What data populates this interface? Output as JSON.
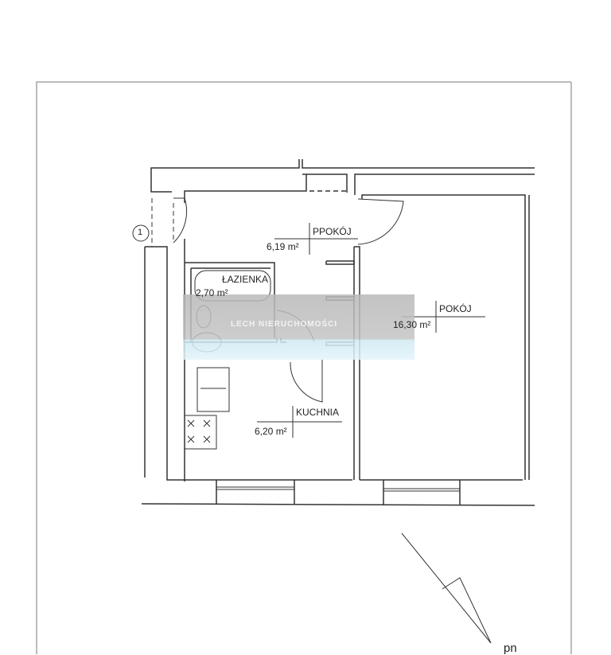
{
  "plan": {
    "rooms": [
      {
        "name": "PPOKÓJ",
        "area": "6,19 m²"
      },
      {
        "name": "ŁAZIENKA",
        "area": "2,70 m²"
      },
      {
        "name": "POKÓJ",
        "area": "16,30 m²"
      },
      {
        "name": "KUCHNIA",
        "area": "6,20 m²"
      }
    ],
    "entrance_marker": "1",
    "north_label": "pn",
    "watermark": "LECH NIERUCHOMOŚCI"
  }
}
